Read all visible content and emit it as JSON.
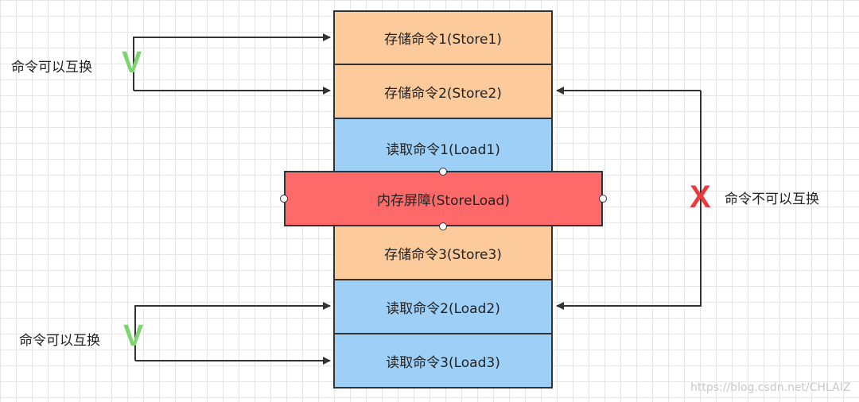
{
  "blocks": {
    "store1": "存储命令1(Store1)",
    "store2": "存储命令2(Store2)",
    "load1": "读取命令1(Load1)",
    "barrier": "内存屏障(StoreLoad)",
    "store3": "存储命令3(Store3)",
    "load2": "读取命令2(Load2)",
    "load3": "读取命令3(Load3)"
  },
  "annotations": {
    "swappable_top": "命令可以互换",
    "swappable_bottom": "命令可以互换",
    "not_swappable": "命令不可以互换",
    "check_mark": "V",
    "cross_mark": "X"
  },
  "colors": {
    "store": "#fdcb9b",
    "load": "#9dcff7",
    "barrier": "#fe6a6a",
    "check": "#7ed46f",
    "cross": "#e83b3b"
  },
  "watermark": "https://blog.csdn.net/CHLAIZ"
}
